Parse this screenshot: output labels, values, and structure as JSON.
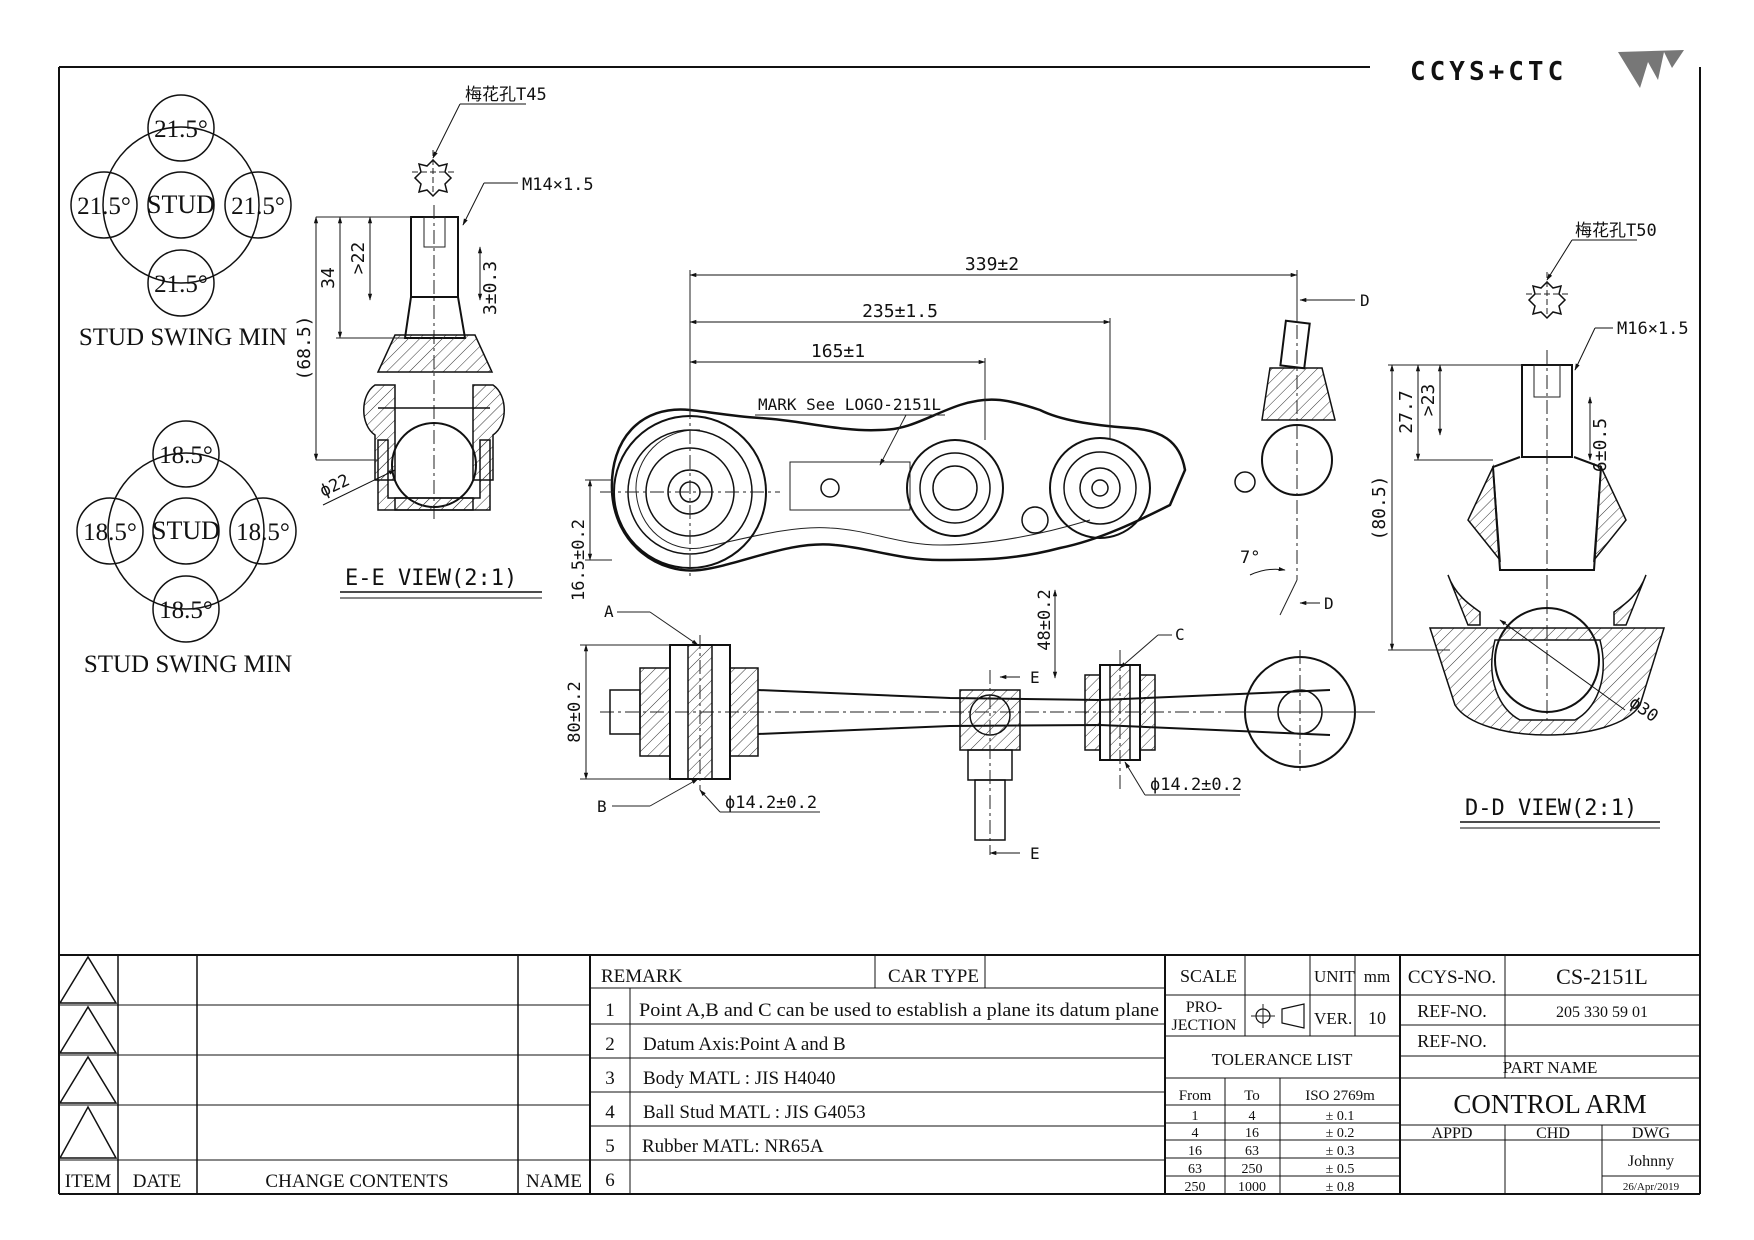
{
  "logo": {
    "text": "CCYS+CTC"
  },
  "ee_view": {
    "torx_label": "梅花孔T45",
    "thread": "M14×1.5",
    "dims": [
      "34",
      ">22",
      "3±0.3",
      "(68.5)",
      "ϕ22"
    ],
    "title": "E-E VIEW(2:1)"
  },
  "stud_swing_1": {
    "center": "STUD",
    "values": [
      "21.5°",
      "21.5°",
      "21.5°",
      "21.5°"
    ],
    "caption": "STUD SWING MIN"
  },
  "stud_swing_2": {
    "center": "STUD",
    "values": [
      "18.5°",
      "18.5°",
      "18.5°",
      "18.5°"
    ],
    "caption": "STUD SWING MIN"
  },
  "top_view": {
    "dims": [
      "339±2",
      "235±1.5",
      "165±1",
      "16.5±0.2",
      "7°"
    ],
    "mark": "MARK See LOGO-2151L",
    "section_marks": [
      "D",
      "D"
    ]
  },
  "side_view": {
    "dims": [
      "80±0.2",
      "48±0.2",
      "ϕ14.2±0.2",
      "ϕ14.2±0.2"
    ],
    "points": [
      "A",
      "B",
      "C"
    ],
    "section_marks": [
      "E",
      "E"
    ]
  },
  "dd_view": {
    "torx_label": "梅花孔T50",
    "thread": "M16×1.5",
    "dims": [
      "27.7",
      ">23",
      "6±0.5",
      "(80.5)",
      "ϕ30"
    ],
    "title": "D-D VIEW(2:1)"
  },
  "title_block": {
    "revision_headers": [
      "ITEM",
      "DATE",
      "CHANGE CONTENTS",
      "NAME"
    ],
    "remark_label": "REMARK",
    "car_type_label": "CAR TYPE",
    "remarks": [
      {
        "no": "1",
        "text": "Point A,B and C can be used to establish a plane its datum plane"
      },
      {
        "no": "2",
        "text": "Datum Axis:Point A and B"
      },
      {
        "no": "3",
        "text": "Body MATL : JIS H4040"
      },
      {
        "no": "4",
        "text": "Ball Stud MATL : JIS G4053"
      },
      {
        "no": "5",
        "text": "Rubber MATL: NR65A"
      },
      {
        "no": "6",
        "text": ""
      }
    ],
    "scale_label": "SCALE",
    "unit_label": "UNIT",
    "unit_value": "mm",
    "projection_label_1": "PRO-",
    "projection_label_2": "JECTION",
    "ver_label": "VER.",
    "ver_value": "10",
    "tolerance_title": "TOLERANCE LIST",
    "tolerance_headers": [
      "From",
      "To",
      "ISO 2769m"
    ],
    "tolerance_rows": [
      [
        "1",
        "4",
        "± 0.1"
      ],
      [
        "4",
        "16",
        "± 0.2"
      ],
      [
        "16",
        "63",
        "± 0.3"
      ],
      [
        "63",
        "250",
        "± 0.5"
      ],
      [
        "250",
        "1000",
        "± 0.8"
      ]
    ],
    "ccys_no_label": "CCYS-NO.",
    "ccys_no": "CS-2151L",
    "ref_no_label": "REF-NO.",
    "ref_no": "205 330 59 01",
    "ref_no_label_2": "REF-NO.",
    "part_name_label": "PART NAME",
    "part_name": "CONTROL ARM",
    "appd_label": "APPD",
    "chd_label": "CHD",
    "dwg_label": "DWG",
    "drawer": "Johnny",
    "date": "26/Apr/2019"
  }
}
